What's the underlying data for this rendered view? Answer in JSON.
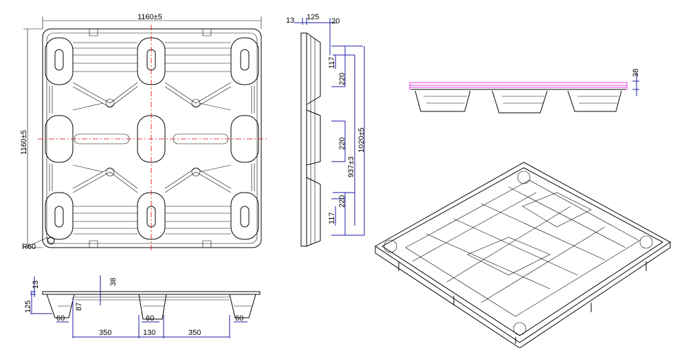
{
  "top_view": {
    "width_label": "1160±5",
    "height_label": "1160±5",
    "radius_label": "R60"
  },
  "side_view": {
    "top_dims": [
      "13",
      "125",
      "20"
    ],
    "block_top": {
      "inner": "117",
      "outer": "220"
    },
    "block_middle": "220",
    "block_bottom": {
      "inner": "117",
      "outer": "220"
    },
    "span_inner": "937±3",
    "span_outer": "1020±5"
  },
  "elevation_view": {
    "deck_label": "38"
  },
  "front_view": {
    "deck_thickness": "13",
    "total_height": "125",
    "deck_label": "38",
    "block_height": "87",
    "foot_widths": [
      "60",
      "60",
      "60"
    ],
    "spacing": [
      "350",
      "130",
      "350"
    ]
  },
  "colors": {
    "dimension": "#1a1aa8",
    "centerline": "#dd0000",
    "highlight": "#e040e0"
  }
}
